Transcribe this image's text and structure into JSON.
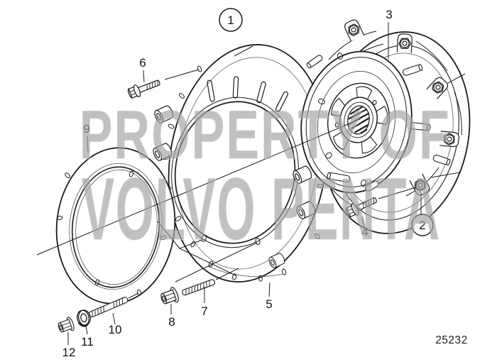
{
  "drawing": {
    "number": "25232",
    "type": "exploded-parts-diagram",
    "subject": "drive plate / damper and connecting kit"
  },
  "watermark": {
    "line1": "PROPERTY OF",
    "line2": "VOLVO PENTA"
  },
  "callouts": [
    {
      "label": "1",
      "circled": true
    },
    {
      "label": "2",
      "circled": true
    },
    {
      "label": "3",
      "circled": false
    },
    {
      "label": "4",
      "circled": false
    },
    {
      "label": "5",
      "circled": false
    },
    {
      "label": "6",
      "circled": false
    },
    {
      "label": "7",
      "circled": false
    },
    {
      "label": "8",
      "circled": false
    },
    {
      "label": "9",
      "circled": false
    },
    {
      "label": "10",
      "circled": false
    },
    {
      "label": "11",
      "circled": false
    },
    {
      "label": "12",
      "circled": false
    }
  ],
  "colors": {
    "ink": "#1c1c1c",
    "thin_line": "#555555",
    "watermark": "rgba(125,125,125,0.40)",
    "background": "#ffffff"
  }
}
